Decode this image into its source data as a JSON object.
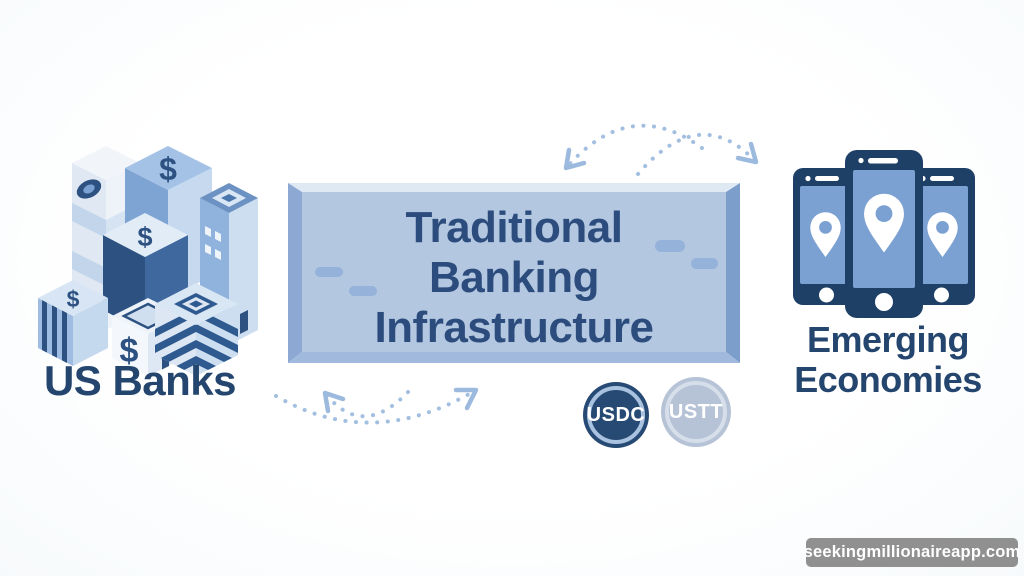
{
  "background_color": "#fcfdfd",
  "left_group": {
    "icon": "bank-buildings-icon",
    "label": "US Banks",
    "currency_symbol": "$"
  },
  "center_box": {
    "title_line1": "Traditional",
    "title_line2": "Banking",
    "title_line3": "Infrastructure"
  },
  "right_group": {
    "icon": "smartphones-location-pins-icon",
    "label_line1": "Emerging",
    "label_line2": "Economies"
  },
  "coins": [
    {
      "label": "USDC",
      "bg": "#274a74",
      "ring": "#a9c2e0"
    },
    {
      "label": "USTT",
      "bg": "#b6c3d7",
      "ring": "#d6deea"
    }
  ],
  "arrows": {
    "top": "bidirectional-dotted-arcs",
    "bottom": "bidirectional-dotted-arcs",
    "color": "#a3bfe0"
  },
  "watermark": "seekingmillionaireapp.com",
  "colors": {
    "label_text": "#24466e",
    "title_text": "#2b4c7c",
    "box_face": "#b4c7e1",
    "box_left_bevel": "#8da9d3",
    "box_right_bevel": "#7c9ecb",
    "box_top_bevel": "#dfe9f4",
    "box_bottom_bevel": "#a0b9dd",
    "phone_body": "#1f4066",
    "phone_screen": "#7ba0d2"
  }
}
